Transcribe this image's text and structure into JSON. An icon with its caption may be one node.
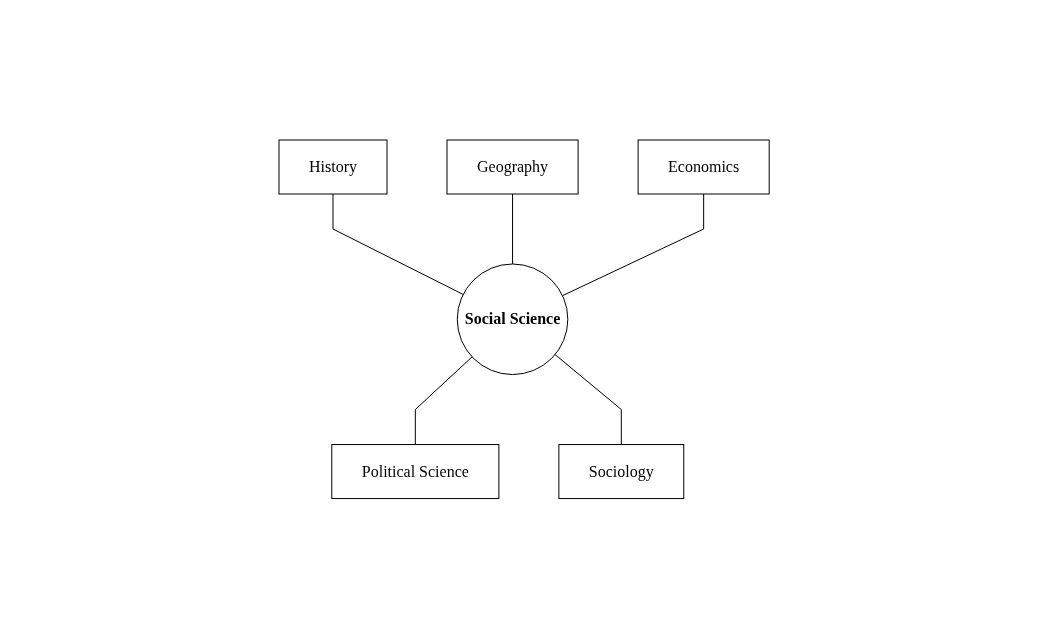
{
  "diagram": {
    "nodes": [
      {
        "text": [
          "History"
        ]
      },
      {
        "text": [
          "Geography"
        ]
      },
      {
        "text": [
          "Economics"
        ]
      },
      {
        "text": [
          "Social Science"
        ]
      },
      {
        "text": [
          "Political Science"
        ]
      },
      {
        "text": [
          "Sociology"
        ]
      }
    ],
    "edges": [
      {
        "from": 3,
        "to": 0,
        "arrow": "none"
      },
      {
        "from": 3,
        "to": 1,
        "arrow": "none"
      },
      {
        "from": 3,
        "to": 2,
        "arrow": "none"
      },
      {
        "from": 3,
        "to": 4,
        "arrow": "none"
      },
      {
        "from": 3,
        "to": 5,
        "arrow": "none"
      }
    ]
  }
}
